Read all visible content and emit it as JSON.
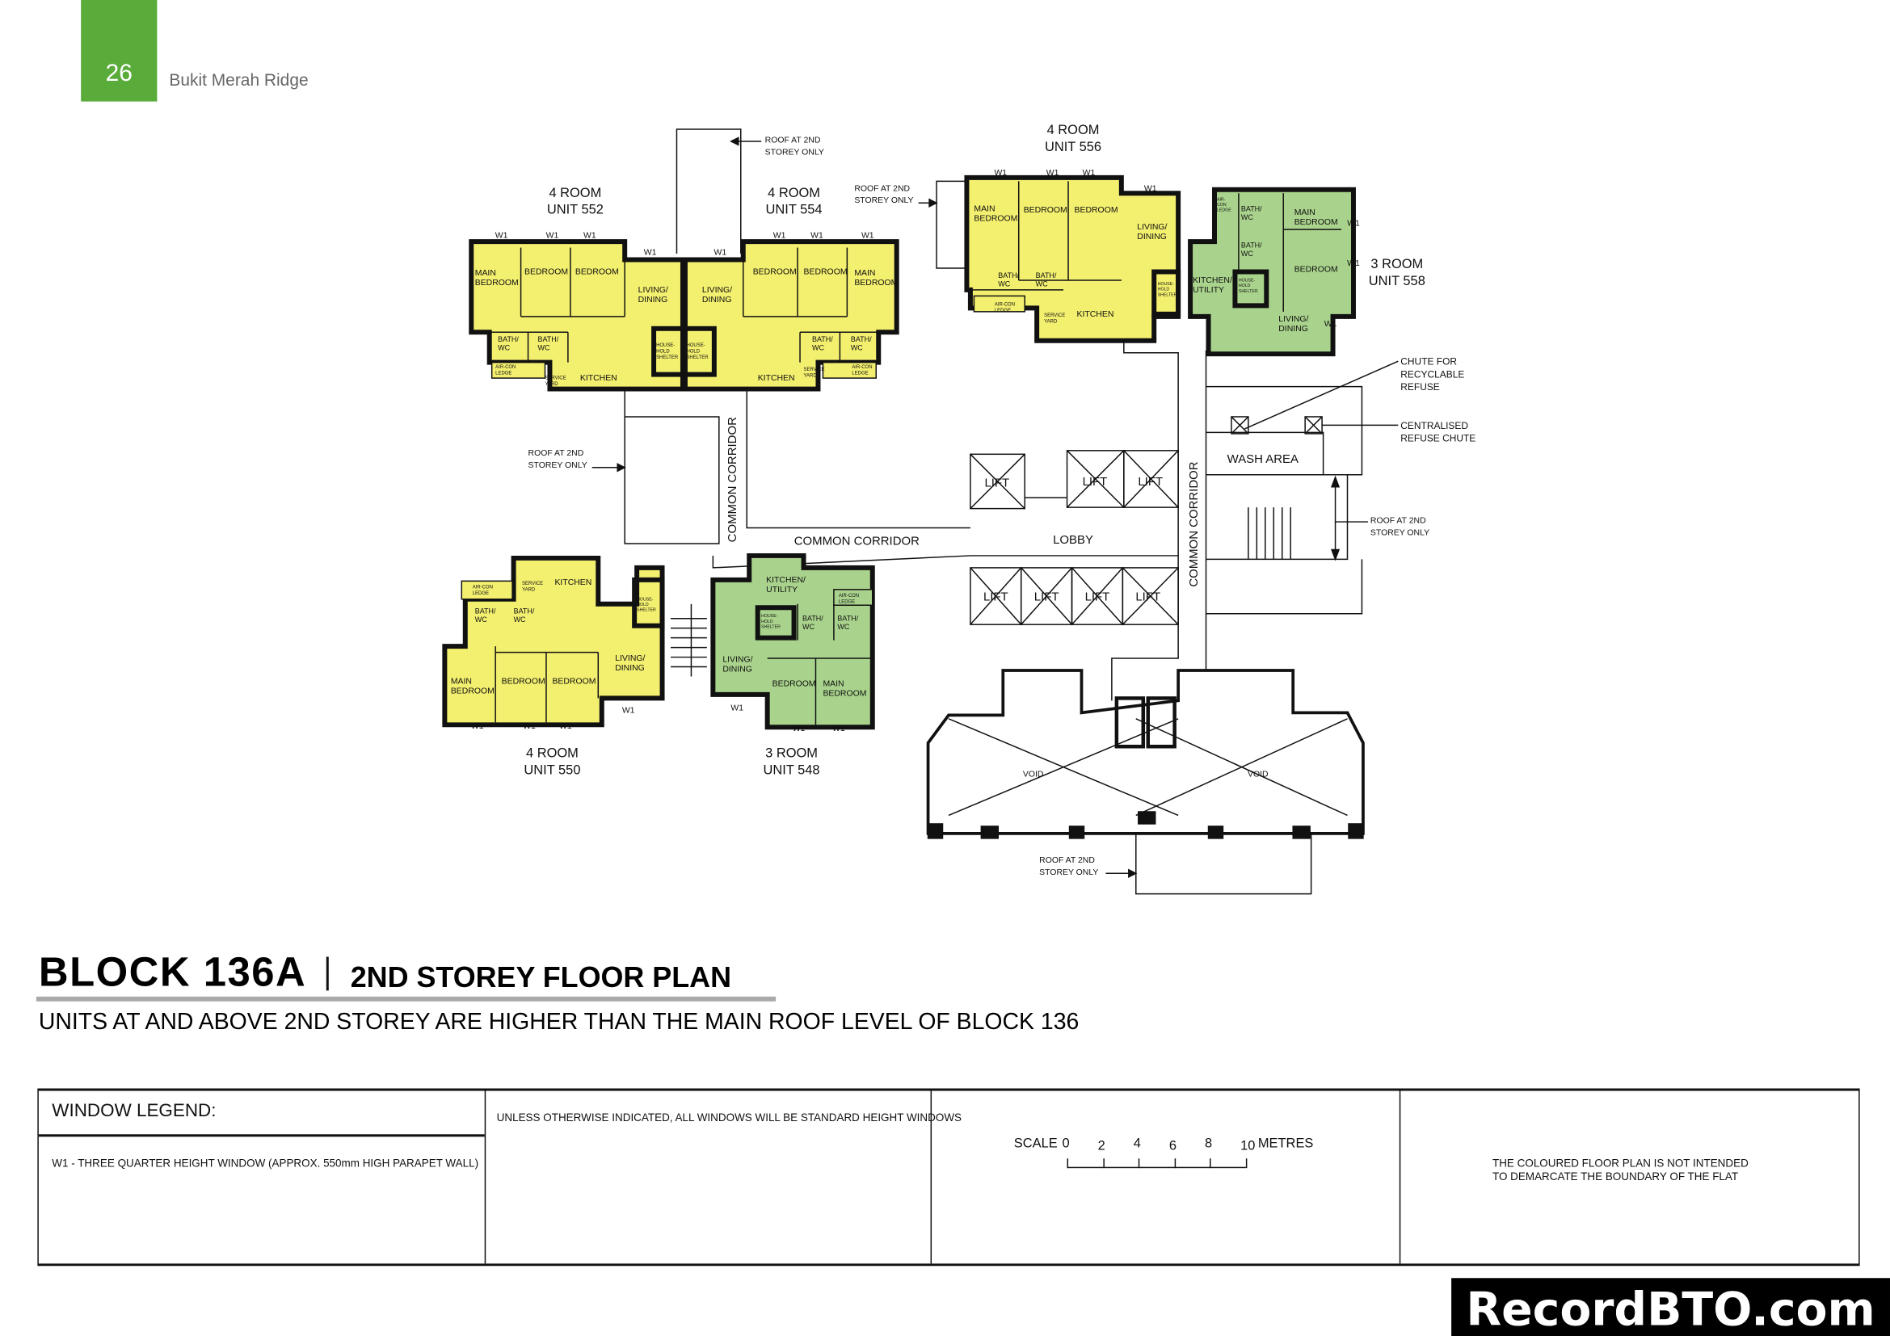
{
  "header": {
    "page_number": "26",
    "project_name": "Bukit Merah Ridge",
    "accent_color": "#5aac3a"
  },
  "title": {
    "block": "BLOCK  136A",
    "plan": "2ND STOREY FLOOR PLAN",
    "note": "UNITS AT AND ABOVE 2ND STOREY ARE HIGHER THAN THE MAIN ROOF LEVEL OF BLOCK 136"
  },
  "colors": {
    "four_room": "#f3ef6f",
    "three_room": "#a9d38c"
  },
  "units": [
    {
      "type": "4 ROOM",
      "unit": "UNIT 552",
      "rooms": [
        [
          "MAIN",
          "BEDROOM"
        ],
        [
          "BEDROOM"
        ],
        [
          "BEDROOM"
        ],
        [
          "LIVING/",
          "DINING"
        ],
        [
          "BATH/",
          "WC"
        ],
        [
          "BATH/",
          "WC"
        ],
        [
          "AIR-CON",
          "LEDGE"
        ],
        [
          "SERVICE",
          "YARD"
        ],
        [
          "KITCHEN"
        ],
        [
          "HOUSE-",
          "HOLD",
          "SHELTER"
        ]
      ],
      "windows": [
        "W1",
        "W1",
        "W1",
        "W1"
      ]
    },
    {
      "type": "4 ROOM",
      "unit": "UNIT 554",
      "rooms": [
        [
          "MAIN",
          "BEDROOM"
        ],
        [
          "BEDROOM"
        ],
        [
          "BEDROOM"
        ],
        [
          "LIVING/",
          "DINING"
        ],
        [
          "BATH/",
          "WC"
        ],
        [
          "BATH/",
          "WC"
        ],
        [
          "AIR-CON",
          "LEDGE"
        ],
        [
          "SERVICE",
          "YARD"
        ],
        [
          "KITCHEN"
        ],
        [
          "HOUSE-",
          "HOLD",
          "SHELTER"
        ]
      ],
      "windows": [
        "W1",
        "W1",
        "W1",
        "W1"
      ]
    },
    {
      "type": "4 ROOM",
      "unit": "UNIT 556",
      "rooms": [
        [
          "MAIN",
          "BEDROOM"
        ],
        [
          "BEDROOM"
        ],
        [
          "BEDROOM"
        ],
        [
          "LIVING/",
          "DINING"
        ],
        [
          "BATH/",
          "WC"
        ],
        [
          "BATH/",
          "WC"
        ],
        [
          "AIR-CON",
          "LEDGE"
        ],
        [
          "SERVICE",
          "YARD"
        ],
        [
          "KITCHEN"
        ],
        [
          "HOUSE-",
          "HOLD",
          "SHELTER"
        ]
      ],
      "windows": [
        "W1",
        "W1",
        "W1",
        "W1"
      ]
    },
    {
      "type": "3 ROOM",
      "unit": "UNIT 558",
      "rooms": [
        [
          "MAIN",
          "BEDROOM"
        ],
        [
          "BEDROOM"
        ],
        [
          "LIVING/",
          "DINING"
        ],
        [
          "BATH/",
          "WC"
        ],
        [
          "BATH/",
          "WC"
        ],
        [
          "AIR-",
          "CON",
          "LEDGE"
        ],
        [
          "KITCHEN/",
          "UTILITY"
        ],
        [
          "HOUSE-",
          "HOLD",
          "SHELTER"
        ]
      ],
      "windows": [
        "W1",
        "W1",
        "W1"
      ]
    },
    {
      "type": "4 ROOM",
      "unit": "UNIT 550",
      "rooms": [
        [
          "MAIN",
          "BEDROOM"
        ],
        [
          "BEDROOM"
        ],
        [
          "BEDROOM"
        ],
        [
          "LIVING/",
          "DINING"
        ],
        [
          "BATH/",
          "WC"
        ],
        [
          "BATH/",
          "WC"
        ],
        [
          "AIR-CON",
          "LEDGE"
        ],
        [
          "SERVICE",
          "YARD"
        ],
        [
          "KITCHEN"
        ],
        [
          "HOUSE-",
          "HOLD",
          "SHELTER"
        ]
      ],
      "windows": [
        "W1",
        "W1",
        "W1",
        "W1"
      ]
    },
    {
      "type": "3 ROOM",
      "unit": "UNIT 548",
      "rooms": [
        [
          "MAIN",
          "BEDROOM"
        ],
        [
          "BEDROOM"
        ],
        [
          "LIVING/",
          "DINING"
        ],
        [
          "BATH/",
          "WC"
        ],
        [
          "BATH/",
          "WC"
        ],
        [
          "AIR-CON",
          "LEDGE"
        ],
        [
          "KITCHEN/",
          "UTILITY"
        ],
        [
          "HOUSE-",
          "HOLD",
          "SHELTER"
        ]
      ],
      "windows": [
        "W1",
        "W1",
        "W1"
      ]
    }
  ],
  "annotations": {
    "roof": [
      "ROOF AT 2ND",
      "STOREY ONLY"
    ],
    "common_corridor": "COMMON CORRIDOR",
    "lobby": "LOBBY",
    "lift": "LIFT",
    "wash_area": "WASH AREA",
    "chute_recyclable": [
      "CHUTE FOR",
      "RECYCLABLE",
      "REFUSE"
    ],
    "refuse_chute": [
      "CENTRALISED",
      "REFUSE CHUTE"
    ],
    "void": "VOID"
  },
  "legend": {
    "window_legend_title": "WINDOW LEGEND:",
    "w1_description": "W1 -  THREE QUARTER HEIGHT WINDOW (APPROX. 550mm HIGH PARAPET WALL)",
    "standard_note": "UNLESS OTHERWISE INDICATED,  ALL WINDOWS WILL BE STANDARD HEIGHT WINDOWS",
    "scale_label": "SCALE",
    "scale_ticks": [
      "0",
      "2",
      "4",
      "6",
      "8",
      "10"
    ],
    "scale_unit": "METRES",
    "disclaimer": [
      "THE COLOURED FLOOR PLAN IS NOT INTENDED",
      "TO DEMARCATE THE BOUNDARY OF THE FLAT"
    ]
  },
  "watermark": "RecordBTO.com"
}
